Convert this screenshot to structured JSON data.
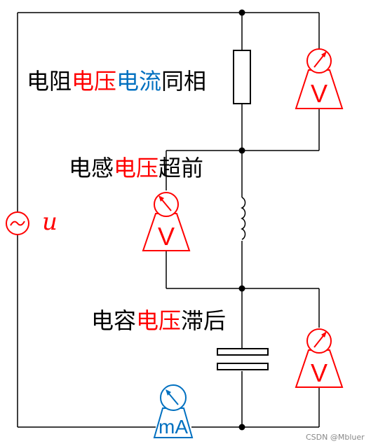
{
  "labels": {
    "resistor": {
      "p1": "电阻",
      "p2": "电压",
      "p3": "电流",
      "p4": "同相"
    },
    "inductor": {
      "p1": "电感",
      "p2": "电压",
      "p3": "超前"
    },
    "capacitor": {
      "p1": "电容",
      "p2": "电压",
      "p3": "滞后"
    },
    "source": "u"
  },
  "meters": {
    "voltmeter_symbol": "V",
    "ammeter_symbol": "mA"
  },
  "colors": {
    "wire": "#000000",
    "voltage": "#ff0000",
    "current": "#0070c0"
  },
  "watermark": "CSDN @Mbluer"
}
